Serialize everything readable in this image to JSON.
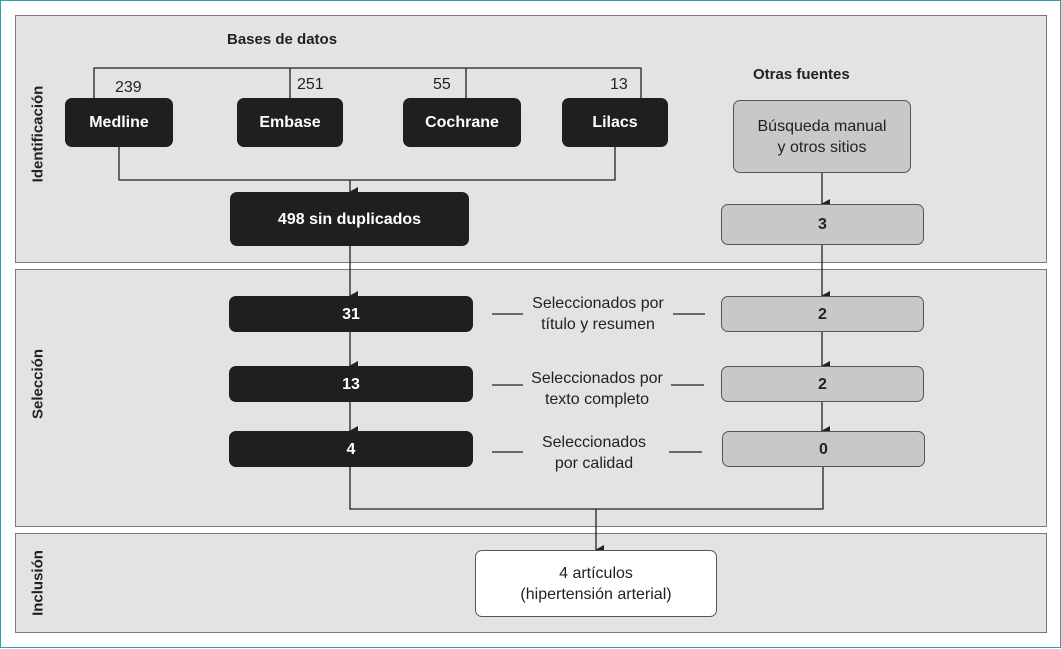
{
  "phases": {
    "identification": "Identificación",
    "selection": "Selección",
    "inclusion": "Inclusión"
  },
  "headings": {
    "databases": "Bases de datos",
    "other_sources": "Otras fuentes"
  },
  "databases": [
    {
      "name": "Medline",
      "count": "239"
    },
    {
      "name": "Embase",
      "count": "251"
    },
    {
      "name": "Cochrane",
      "count": "55"
    },
    {
      "name": "Lilacs",
      "count": "13"
    }
  ],
  "other_source_box": "Búsqueda manual\ny otros sitios",
  "other_source_count": "3",
  "dedup_box": "498 sin duplicados",
  "stages": [
    {
      "label": "Seleccionados por\ntítulo y resumen",
      "db_count": "31",
      "other_count": "2"
    },
    {
      "label": "Seleccionados por\ntexto completo",
      "db_count": "13",
      "other_count": "2"
    },
    {
      "label": "Seleccionados\npor calidad",
      "db_count": "4",
      "other_count": "0"
    }
  ],
  "result_box": "4 artículos\n(hipertensión arterial)",
  "colors": {
    "dark_box": "#1f1f1f",
    "light_box": "#c8c8c8",
    "panel": "#e3e3e3",
    "frame": "#2a9fa4"
  }
}
